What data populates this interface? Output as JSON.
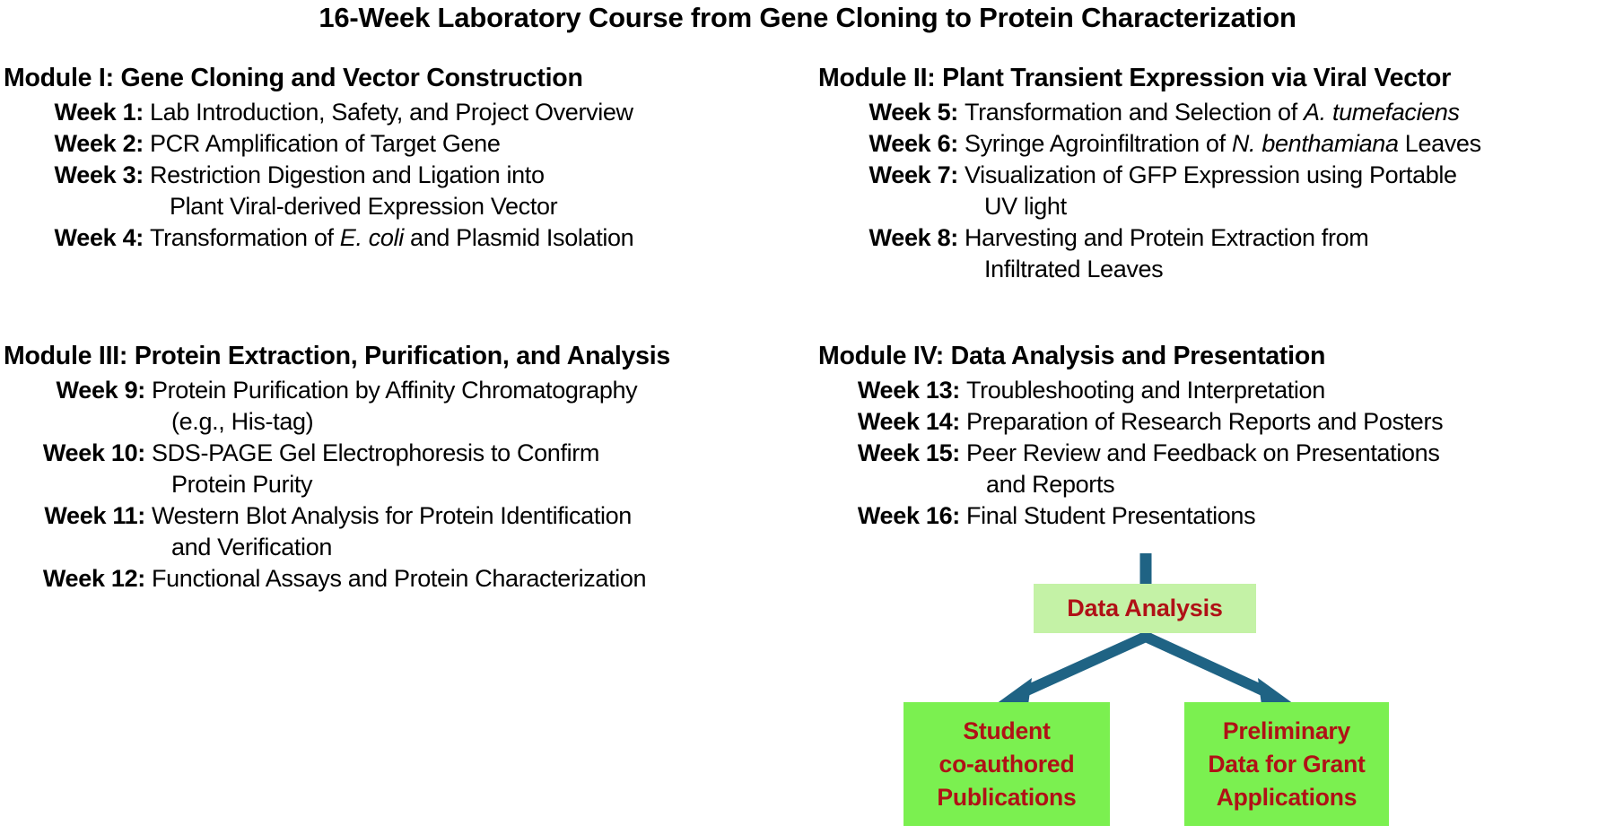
{
  "title": "16-Week Laboratory Course from Gene Cloning to Protein Characterization",
  "modules": [
    {
      "id": "module-1",
      "title": "Module I: Gene Cloning and Vector Construction",
      "weeks": [
        {
          "label": "Week 1:",
          "text": "Lab Introduction, Safety, and Project Overview"
        },
        {
          "label": "Week 2:",
          "text": "PCR Amplification of Target Gene"
        },
        {
          "label": "Week 3:",
          "text": "Restriction Digestion and Ligation into",
          "cont": "Plant Viral-derived Expression Vector"
        },
        {
          "label": "Week 4:",
          "text": "Transformation of E. coli and Plasmid Isolation",
          "italic": "E. coli"
        }
      ]
    },
    {
      "id": "module-2",
      "title": "Module II: Plant Transient Expression via Viral Vector",
      "weeks": [
        {
          "label": "Week 5:",
          "text": "Transformation and Selection of A. tumefaciens",
          "italic": "tumefaciens"
        },
        {
          "label": "Week 6:",
          "text": "Syringe Agroinfiltration of N. benthamiana Leaves",
          "italic": "benthamiana"
        },
        {
          "label": "Week 7:",
          "text": "Visualization of GFP Expression using Portable",
          "cont": "UV light"
        },
        {
          "label": "Week 8:",
          "text": "Harvesting and Protein Extraction from",
          "cont": "Infiltrated Leaves"
        }
      ]
    },
    {
      "id": "module-3",
      "title": "Module III: Protein Extraction, Purification, and Analysis",
      "weeks": [
        {
          "label": "Week 9:",
          "text": "Protein Purification by Affinity Chromatography",
          "cont": "(e.g., His-tag)"
        },
        {
          "label": "Week 10:",
          "text": "SDS-PAGE Gel Electrophoresis to Confirm",
          "cont": "Protein Purity"
        },
        {
          "label": "Week 11:",
          "text": "Western Blot Analysis for Protein Identification",
          "cont": "and Verification"
        },
        {
          "label": "Week 12:",
          "text": "Functional Assays and Protein Characterization"
        }
      ]
    },
    {
      "id": "module-4",
      "title": "Module IV: Data Analysis and Presentation",
      "weeks": [
        {
          "label": "Week 13:",
          "text": "Troubleshooting and Interpretation"
        },
        {
          "label": "Week 14:",
          "text": "Preparation of Research Reports and Posters"
        },
        {
          "label": "Week 15:",
          "text": "Peer Review and Feedback on Presentations",
          "cont": "and Reports"
        },
        {
          "label": "Week 16:",
          "text": "Final Student Presentations"
        }
      ]
    }
  ],
  "flowchart": {
    "source": "Data Analysis",
    "outcome_left_line1": "Student",
    "outcome_left_line2": "co-authored",
    "outcome_left_line3": "Publications",
    "outcome_right_line1": "Preliminary",
    "outcome_right_line2": "Data for Grant",
    "outcome_right_line3": "Applications",
    "colors": {
      "arrow": "#1F6384",
      "source_box_fill": "#C4F2A6",
      "outcome_box_fill": "#7BF050",
      "box_text": "#B01116"
    }
  }
}
